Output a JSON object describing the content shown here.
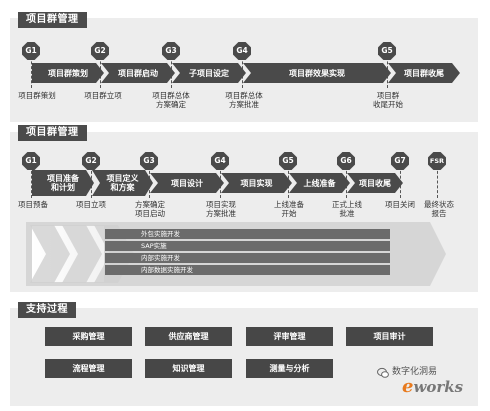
{
  "section1": {
    "title": "项目群管理",
    "gates": [
      "G1",
      "G2",
      "G3",
      "G4",
      "G5"
    ],
    "phases": [
      "项目群策划",
      "项目群启动",
      "子项目设定",
      "项目群效果实现",
      "项目群收尾"
    ],
    "milestones": [
      {
        "lines": [
          "项目群策划"
        ]
      },
      {
        "lines": [
          "项目群立项"
        ]
      },
      {
        "lines": [
          "项目群总体",
          "方案确定"
        ]
      },
      {
        "lines": [
          "项目群总体",
          "方案批准"
        ]
      },
      {
        "lines": [
          "项目群",
          "收尾开始"
        ]
      }
    ]
  },
  "section2": {
    "title": "项目群管理",
    "gates": [
      "G1",
      "G2",
      "G3",
      "G4",
      "G5",
      "G6",
      "G7",
      "FSR"
    ],
    "phases": [
      {
        "lines": [
          "项目准备",
          "和计划"
        ]
      },
      {
        "lines": [
          "项目定义",
          "和方案"
        ]
      },
      {
        "lines": [
          "项目设计"
        ]
      },
      {
        "lines": [
          "项目实现"
        ]
      },
      {
        "lines": [
          "上线准备"
        ]
      },
      {
        "lines": [
          "项目收尾"
        ]
      }
    ],
    "milestones": [
      {
        "lines": [
          "项目预备"
        ]
      },
      {
        "lines": [
          "项目立项"
        ]
      },
      {
        "lines": [
          "方案确定",
          "项目启动"
        ]
      },
      {
        "lines": [
          "项目实现",
          "方案批准"
        ]
      },
      {
        "lines": [
          "上线准备",
          "开始"
        ]
      },
      {
        "lines": [
          "正式上线",
          "批准"
        ]
      },
      {
        "lines": [
          "项目关闭"
        ]
      },
      {
        "lines": [
          "最终状态",
          "报告"
        ]
      }
    ],
    "streams": [
      "外包实施开发",
      "SAP实施",
      "内部实施开发",
      "内部数据实施开发"
    ]
  },
  "section3": {
    "title": "支持过程",
    "row1": [
      "采购管理",
      "供应商管理",
      "评审管理",
      "项目审计"
    ],
    "row2": [
      "流程管理",
      "知识管理",
      "测量与分析"
    ]
  },
  "watermark": {
    "text": "数字化洞易",
    "brand_e": "e",
    "brand_rest": "works"
  },
  "colors": {
    "dark": "#4a4a4a",
    "panel": "#ededed",
    "stream": "#6b6b6b",
    "brand_orange": "#e87a1e"
  }
}
